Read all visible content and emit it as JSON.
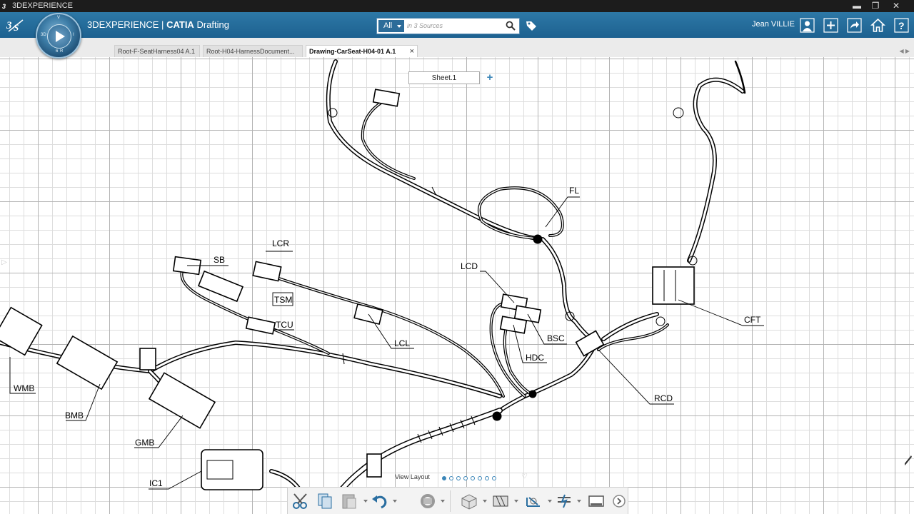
{
  "window": {
    "title": "3DEXPERIENCE",
    "controls": [
      "minimize",
      "restore",
      "close"
    ]
  },
  "header": {
    "brand": "3DEXPERIENCE",
    "separator": "|",
    "app": "CATIA",
    "module": "Drafting",
    "compass_labels": [
      "3D",
      "V",
      "I",
      "6",
      "R"
    ],
    "search": {
      "scope": "All",
      "placeholder": "in 3 Sources"
    },
    "user": "Jean VILLIE",
    "icons": [
      "tag-icon",
      "user-icon",
      "add-icon",
      "share-icon",
      "home-icon",
      "help-icon"
    ]
  },
  "tabs": [
    {
      "label": "Root-F-SeatHarness04 A.1",
      "active": false
    },
    {
      "label": "Root-H04-HarnessDocument...",
      "active": false
    },
    {
      "label": "Drawing-CarSeat-H04-01 A.1",
      "active": true,
      "close": "×"
    }
  ],
  "sheet": {
    "name": "Sheet.1",
    "add": "+"
  },
  "drawing_labels": {
    "fl": "FL",
    "lcr": "LCR",
    "sb": "SB",
    "tsm": "TSM",
    "tcu": "TCU",
    "lcl": "LCL",
    "lcd": "LCD",
    "bsc": "BSC",
    "hdc": "HDC",
    "cft": "CFT",
    "rcd": "RCD",
    "wmb": "WMB",
    "bmb": "BMB",
    "gmb": "GMB",
    "ic1": "IC1"
  },
  "view_layout": {
    "label": "View Layout",
    "pages": 8,
    "current": 1
  },
  "action_bar": {
    "tools": [
      "cut-icon",
      "copy-icon",
      "paste-icon",
      "undo-icon",
      "update-icon",
      "view-icon",
      "section-icon",
      "dimension-icon",
      "annotation-icon",
      "frame-icon",
      "next-icon"
    ]
  },
  "colors": {
    "topbar": "#1d6190",
    "accent": "#3b86b8",
    "titlebar": "#1c1c1c"
  }
}
